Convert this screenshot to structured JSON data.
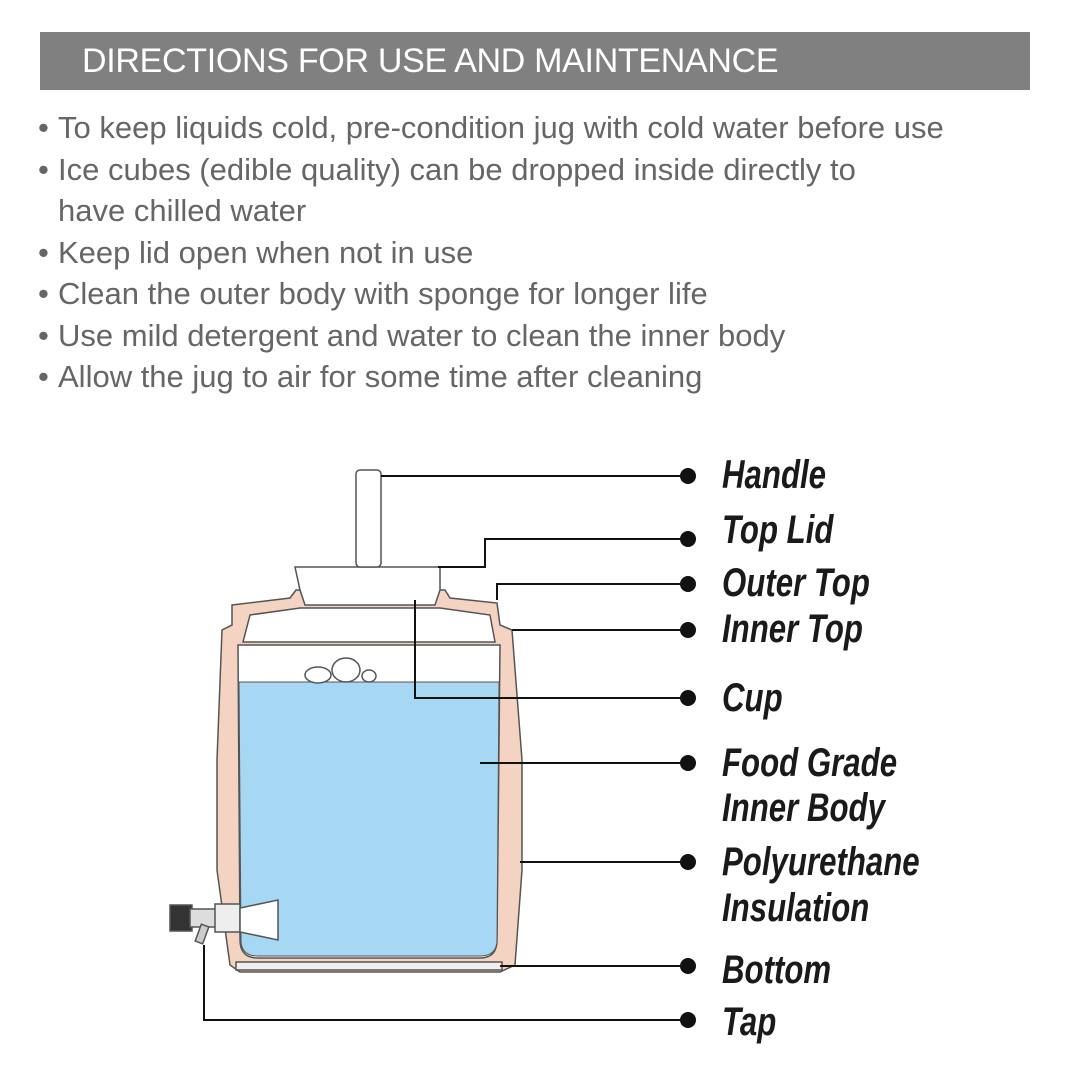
{
  "header": {
    "title": "DIRECTIONS FOR USE AND MAINTENANCE"
  },
  "bullet_symbol": "•",
  "instructions": [
    "To keep liquids cold, pre-condition jug with cold water before use",
    "Ice cubes (edible quality) can be dropped inside directly to",
    "have chilled water",
    "Keep lid open when not in use",
    "Clean the outer body with sponge for longer life",
    "Use mild detergent and water to clean the inner body",
    "Allow the jug to air for some time after cleaning"
  ],
  "parts": {
    "handle": "Handle",
    "top_lid": "Top Lid",
    "outer_top": "Outer Top",
    "inner_top": "Inner Top",
    "cup": "Cup",
    "inner_body_1": "Food Grade",
    "inner_body_2": "Inner Body",
    "insulation_1": "Polyurethane",
    "insulation_2": "Insulation",
    "bottom": "Bottom",
    "tap": "Tap"
  },
  "colors": {
    "header": "#808080",
    "water": "#a6d8f4",
    "insulation": "#f5d3c2"
  }
}
